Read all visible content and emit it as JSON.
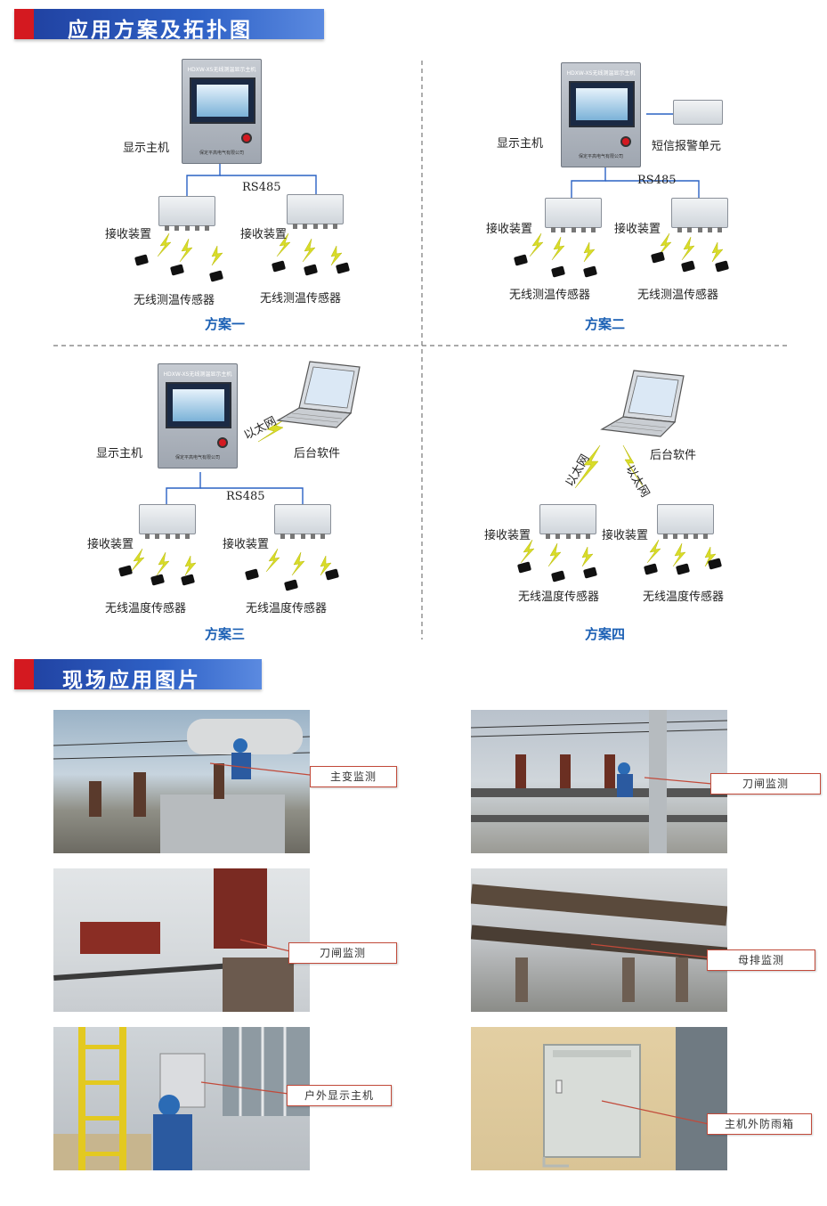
{
  "section1": {
    "title": "应用方案及拓扑图"
  },
  "section2": {
    "title": "现场应用图片"
  },
  "device": {
    "host_brand": "HDXW-XS无线测温显示主机",
    "host_company": "保定平高电气有限公司"
  },
  "labels": {
    "display_host": "显示主机",
    "receiver": "接收装置",
    "wireless_temp_sensor": "无线测温传感器",
    "wireless_degree_sensor": "无线温度传感器",
    "rs485": "RS485",
    "sms_alarm": "短信报警单元",
    "ethernet": "以太网",
    "backend": "后台软件"
  },
  "schemes": [
    "方案一",
    "方案二",
    "方案三",
    "方案四"
  ],
  "photos": [
    {
      "caption": "主变监测"
    },
    {
      "caption": "刀闸监测"
    },
    {
      "caption": "刀闸监测"
    },
    {
      "caption": "母排监测"
    },
    {
      "caption": "户外显示主机"
    },
    {
      "caption": "主机外防雨箱"
    }
  ],
  "colors": {
    "blue_header": "#2f62c7",
    "red_accent": "#d41920",
    "line_blue": "#2a62c4",
    "bolt_yellow": "#d8dc2a",
    "scheme_blue": "#1a5fb4"
  }
}
